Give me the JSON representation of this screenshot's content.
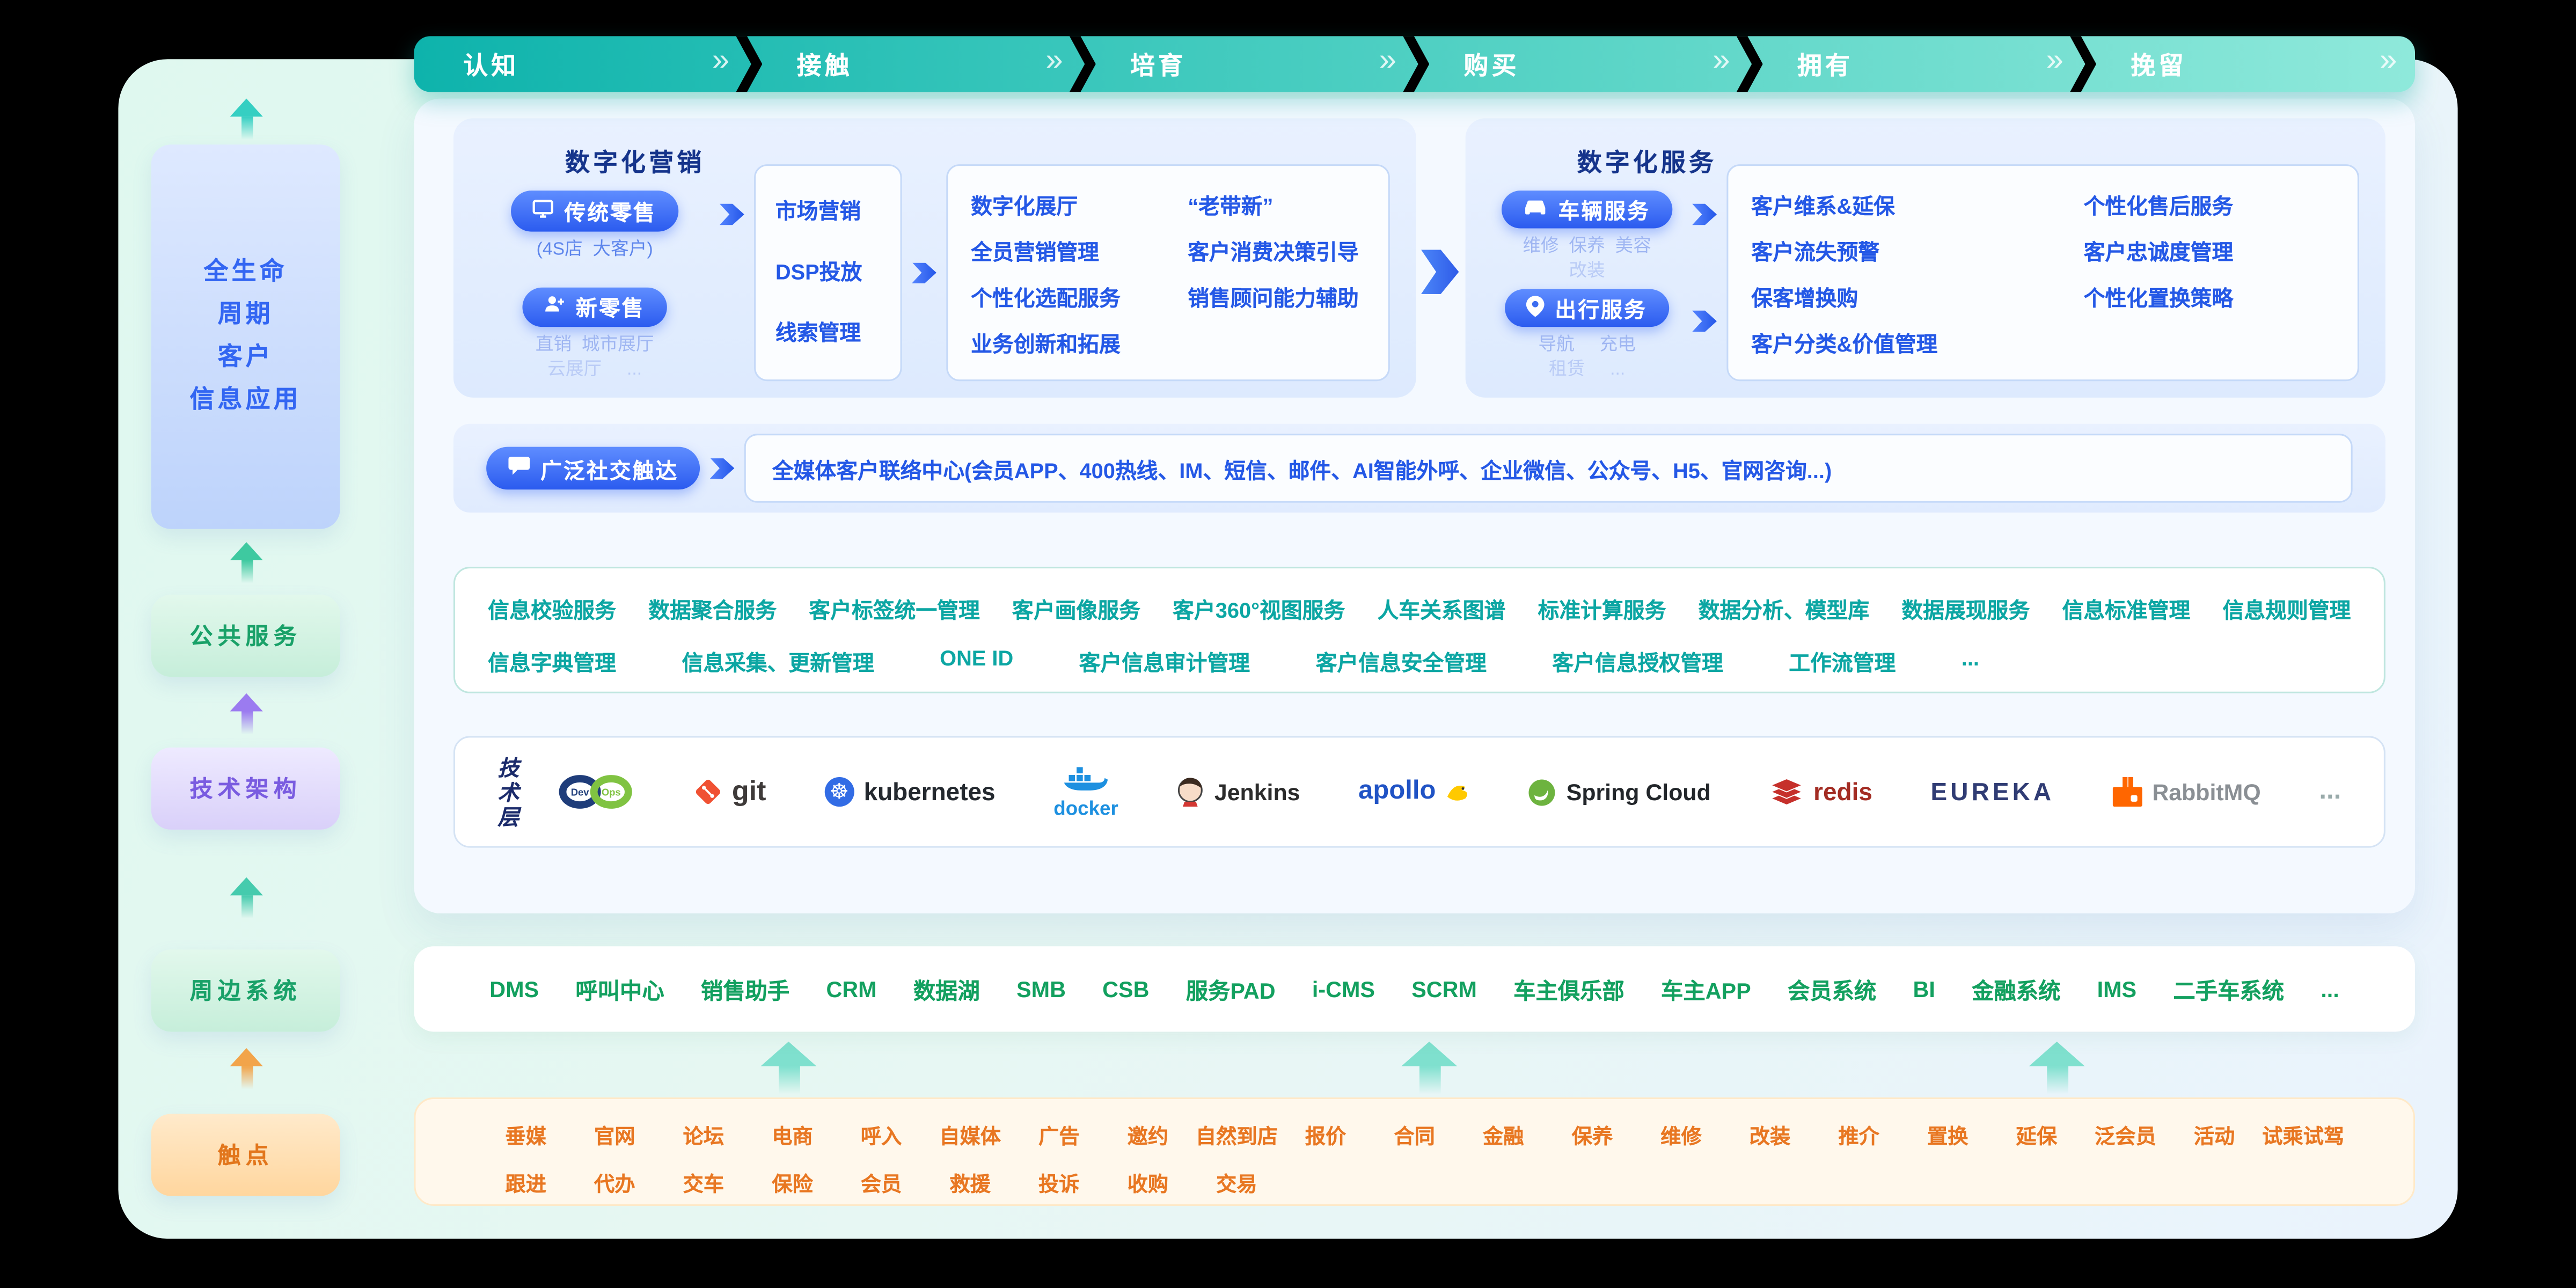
{
  "colors": {
    "bar_teal": "#14B8B1",
    "primary_blue": "#2E62F6",
    "service_teal": "#0CA6A3",
    "system_green": "#13A05F",
    "touch_orange": "#E87722",
    "tech_purple": "#7A5CE0"
  },
  "lifecycle": {
    "chevron": "»",
    "stages": [
      "认知",
      "接触",
      "培育",
      "购买",
      "拥有",
      "挽留"
    ]
  },
  "sidebar": {
    "lifecycle_app": {
      "lines": [
        "全生命",
        "周期",
        "客户",
        "信息应用"
      ]
    },
    "public_services_label": "公共服务",
    "tech_architecture_label": "技术架构",
    "peripheral_systems_label": "周边系统",
    "touchpoints_label": "触点"
  },
  "marketing": {
    "title": "数字化营销",
    "traditional_retail": {
      "label": "传统零售",
      "sub": "(4S店  大客户)"
    },
    "new_retail": {
      "label": "新零售",
      "sub1": "直销  城市展厅",
      "sub2": "云展厅     ..."
    },
    "channels": [
      "市场营销",
      "DSP投放",
      "线索管理"
    ],
    "capabilities_col1": [
      "数字化展厅",
      "全员营销管理",
      "个性化选配服务",
      "业务创新和拓展"
    ],
    "capabilities_col2": [
      "“老带新”",
      "客户消费决策引导",
      "销售顾问能力辅助"
    ]
  },
  "services": {
    "title": "数字化服务",
    "vehicle": {
      "label": "车辆服务",
      "sub1": "维修  保养  美容",
      "sub2": "改装"
    },
    "travel": {
      "label": "出行服务",
      "sub1": "导航     充电",
      "sub2": "租赁     ..."
    },
    "capabilities_col1": [
      "客户维系&延保",
      "客户流失预警",
      "保客增换购",
      "客户分类&价值管理"
    ],
    "capabilities_col2": [
      "个性化售后服务",
      "客户忠诚度管理",
      "个性化置换策略"
    ]
  },
  "social_reach": {
    "button_label": "广泛社交触达",
    "description": "全媒体客户联络中心(会员APP、400热线、IM、短信、邮件、AI智能外呼、企业微信、公众号、H5、官网咨询...)"
  },
  "public_services": {
    "row1": [
      "信息校验服务",
      "数据聚合服务",
      "客户标签统一管理",
      "客户画像服务",
      "客户360°视图服务",
      "人车关系图谱",
      "标准计算服务",
      "数据分析、模型库",
      "数据展现服务",
      "信息标准管理",
      "信息规则管理"
    ],
    "row2": [
      "信息字典管理",
      "信息采集、更新管理",
      "ONE ID",
      "客户信息审计管理",
      "客户信息安全管理",
      "客户信息授权管理",
      "工作流管理",
      "..."
    ]
  },
  "tech_layer": {
    "label_lines": [
      "技",
      "术",
      "层"
    ],
    "logos": [
      {
        "name": "devops",
        "dev": "Dev",
        "ops": "Ops"
      },
      {
        "name": "git",
        "text": "git"
      },
      {
        "name": "kubernetes",
        "text": "kubernetes"
      },
      {
        "name": "docker",
        "text": "docker"
      },
      {
        "name": "jenkins",
        "text": "Jenkins"
      },
      {
        "name": "apollo",
        "text": "apollo"
      },
      {
        "name": "spring-cloud",
        "text": "Spring Cloud"
      },
      {
        "name": "redis",
        "text": "redis"
      },
      {
        "name": "eureka",
        "text": "EUREKA"
      },
      {
        "name": "rabbitmq",
        "text": "RabbitMQ"
      },
      {
        "name": "more",
        "text": "..."
      }
    ]
  },
  "peripheral_systems": {
    "items": [
      "DMS",
      "呼叫中心",
      "销售助手",
      "CRM",
      "数据湖",
      "SMB",
      "CSB",
      "服务PAD",
      "i-CMS",
      "SCRM",
      "车主俱乐部",
      "车主APP",
      "会员系统",
      "BI",
      "金融系统",
      "IMS",
      "二手车系统",
      "..."
    ]
  },
  "touchpoints": {
    "row1": [
      "垂媒",
      "官网",
      "论坛",
      "电商",
      "呼入",
      "自媒体",
      "广告",
      "邀约",
      "自然到店",
      "报价",
      "合同",
      "金融",
      "保养",
      "维修",
      "改装",
      "推介",
      "置换",
      "延保",
      "泛会员",
      "活动",
      "试乘试驾"
    ],
    "row2": [
      "跟进",
      "代办",
      "交车",
      "保险",
      "会员",
      "救援",
      "投诉",
      "收购",
      "交易"
    ]
  }
}
